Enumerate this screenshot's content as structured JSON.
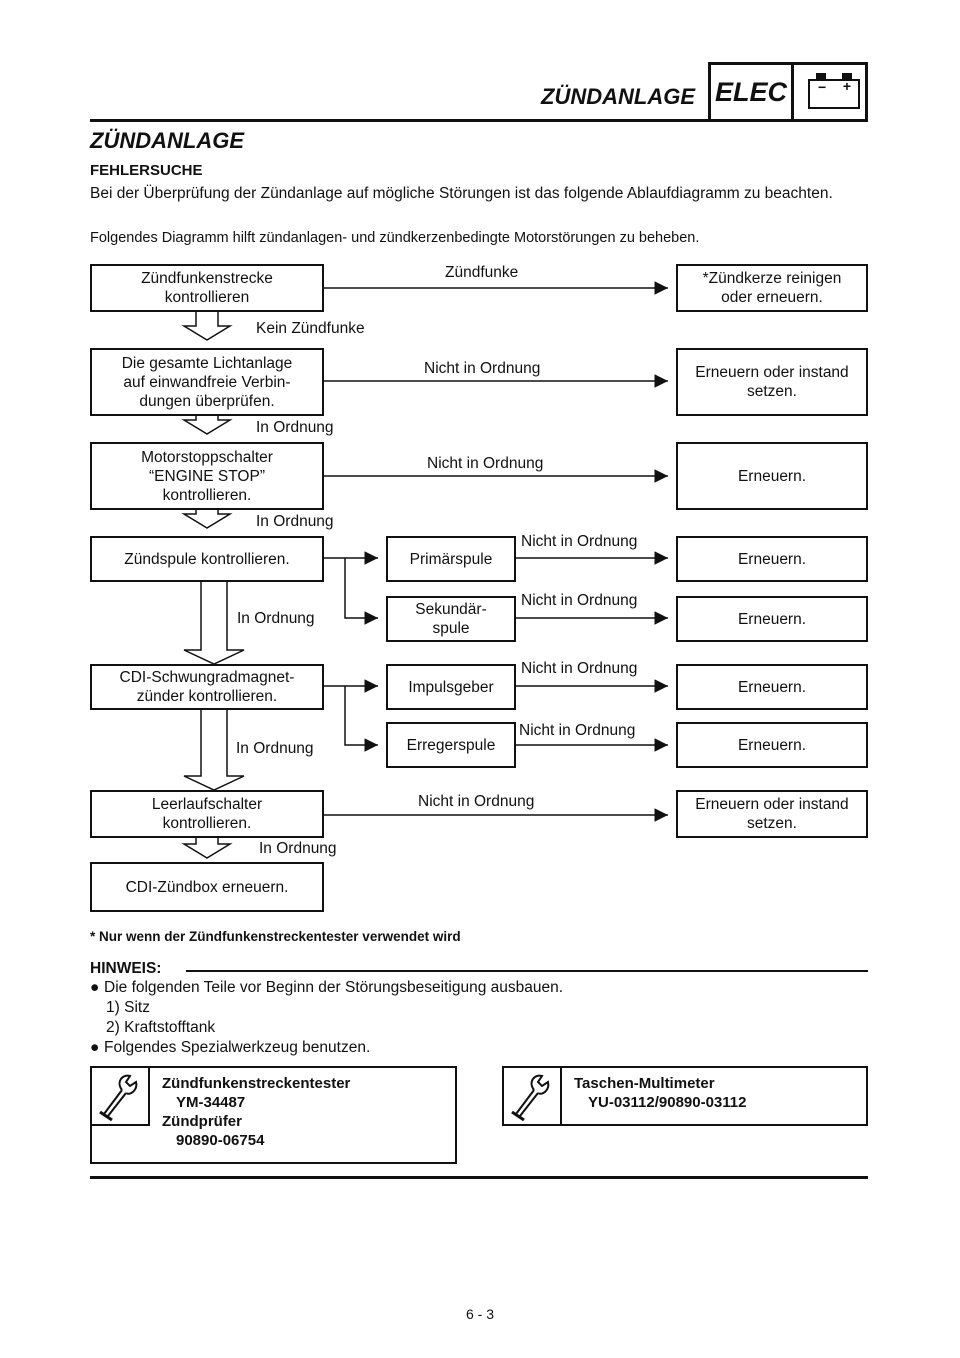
{
  "header": {
    "section_title": "ZÜNDANLAGE",
    "badge": "ELEC",
    "battery_minus": "−",
    "battery_plus": "+"
  },
  "title": "ZÜNDANLAGE",
  "subtitle": "FEHLERSUCHE",
  "intro": "Bei der Überprüfung der Zündanlage auf mögliche Störungen ist das folgende Ablaufdiagramm zu beachten.",
  "intro2": "Folgendes Diagramm hilft zündanlagen- und zündkerzenbedingte Motorstörungen zu beheben.",
  "flow": {
    "step1": "Zündfunkenstrecke\nkontrollieren",
    "step1_yes": "Zündfunke",
    "step1_result": "*Zündkerze reinigen\noder erneuern.",
    "step1_no": "Kein Zündfunke",
    "step2": "Die gesamte Lichtanlage\nauf einwandfreie Verbin-\ndungen überprüfen.",
    "step2_fail": "Nicht in Ordnung",
    "step2_result": "Erneuern oder instand\nsetzen.",
    "step2_ok": "In Ordnung",
    "step3": "Motorstoppschalter\n“ENGINE STOP”\nkontrollieren.",
    "step3_fail": "Nicht in Ordnung",
    "step3_result": "Erneuern.",
    "step3_ok": "In Ordnung",
    "step4": "Zündspule kontrollieren.",
    "step4_sub1": "Primärspule",
    "step4_sub1_fail": "Nicht in Ordnung",
    "step4_sub1_result": "Erneuern.",
    "step4_sub2": "Sekundär-\nspule",
    "step4_sub2_fail": "Nicht in Ordnung",
    "step4_sub2_result": "Erneuern.",
    "step4_ok": "In Ordnung",
    "step5": "CDI-Schwungradmagnet-\nzünder kontrollieren.",
    "step5_sub1": "Impulsgeber",
    "step5_sub1_fail": "Nicht in Ordnung",
    "step5_sub1_result": "Erneuern.",
    "step5_sub2": "Erregerspule",
    "step5_sub2_fail": "Nicht in Ordnung",
    "step5_sub2_result": "Erneuern.",
    "step5_ok": "In Ordnung",
    "step6": "Leerlaufschalter\nkontrollieren.",
    "step6_fail": "Nicht in Ordnung",
    "step6_result": "Erneuern oder instand\nsetzen.",
    "step6_ok": "In Ordnung",
    "step7": "CDI-Zündbox erneuern."
  },
  "footnote": "* Nur wenn der Zündfunkenstreckentester verwendet wird",
  "hinweis": {
    "title": "HINWEIS:",
    "bullet1": "Die folgenden Teile vor Beginn der Störungsbeseitigung ausbauen.",
    "item1_num": "1)",
    "item1": "Sitz",
    "item2_num": "2)",
    "item2": "Kraftstofftank",
    "bullet2": "Folgendes Spezialwerkzeug benutzen."
  },
  "tools": [
    {
      "name": "Zündfunkenstreckentester",
      "code": "YM-34487",
      "name2": "Zündprüfer",
      "code2": "90890-06754",
      "icon": "wrench-icon"
    },
    {
      "name": "Taschen-Multimeter",
      "code": "YU-03112/90890-03112",
      "icon": "wrench-icon"
    }
  ],
  "page_number": "6 - 3"
}
